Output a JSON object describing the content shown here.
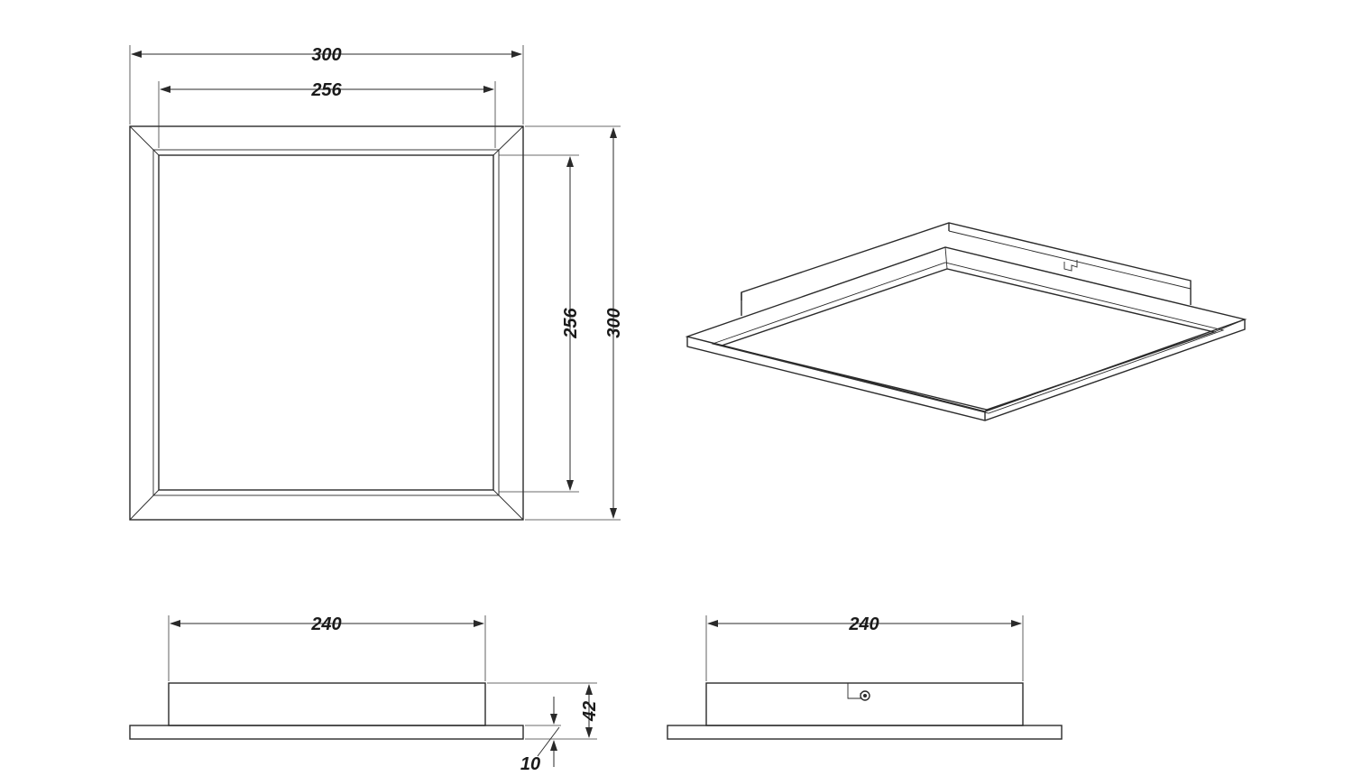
{
  "dimensions": {
    "top_width_outer": "300",
    "top_width_inner": "256",
    "top_height_inner": "256",
    "top_height_outer": "300",
    "side_left_width": "240",
    "side_right_width": "240",
    "side_height": "42",
    "base_thickness": "10"
  },
  "colors": {
    "line": "#2a2a2a",
    "background": "#ffffff"
  }
}
